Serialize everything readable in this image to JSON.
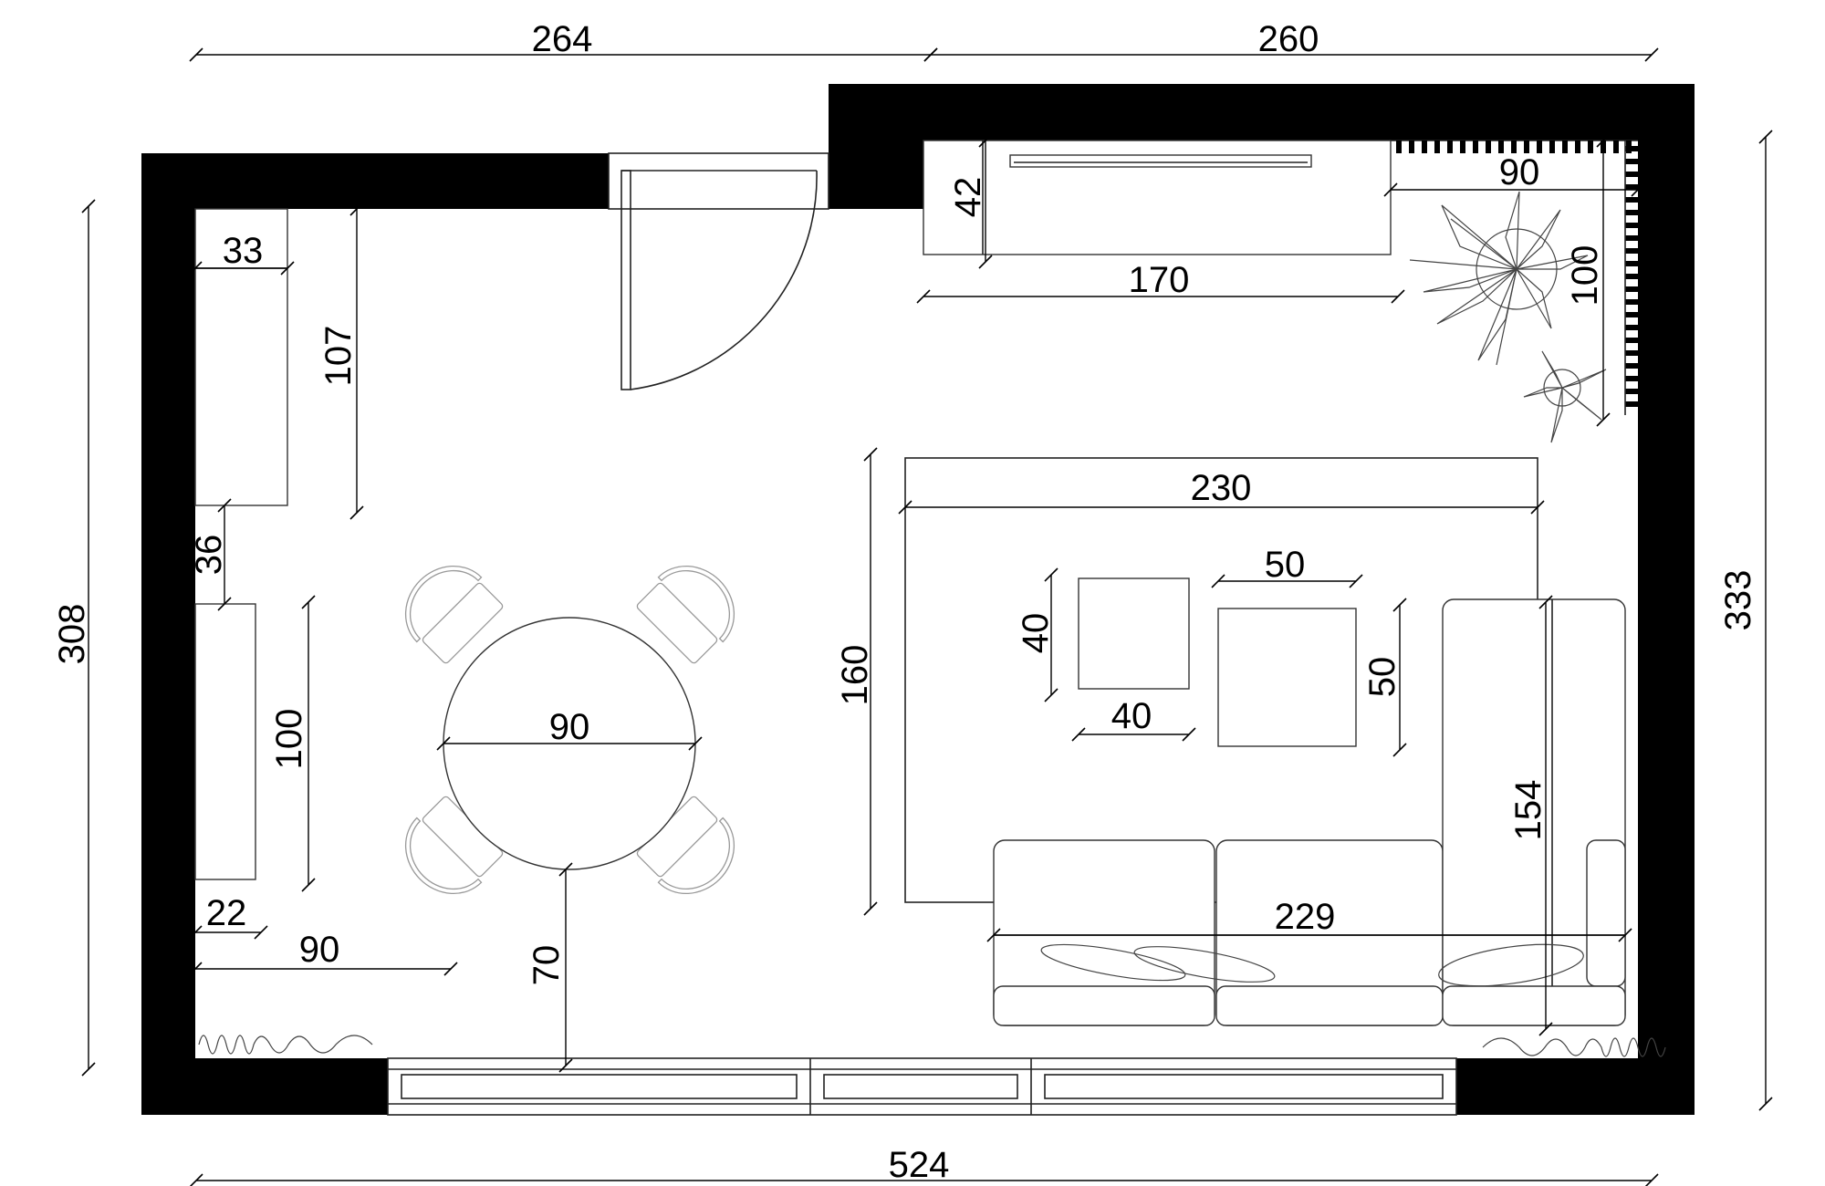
{
  "dimensions": {
    "top_left_width": "264",
    "top_right_width": "260",
    "bottom_width": "524",
    "left_height": "308",
    "right_height": "333",
    "cabinet_depth": "33",
    "cabinet_length": "107",
    "cabinet_gap": "36",
    "shelf_length": "100",
    "shelf_depth": "22",
    "table_clearance": "90",
    "table_diameter": "90",
    "table_to_window": "70",
    "tv_unit_depth": "42",
    "tv_unit_length": "170",
    "plant_width": "90",
    "plant_depth": "100",
    "rug_length": "230",
    "rug_depth": "160",
    "side_table_1_width": "40",
    "side_table_1_depth": "40",
    "side_table_2_width": "50",
    "side_table_2_depth": "50",
    "sofa_length": "229",
    "sofa_chaise_length": "154"
  }
}
